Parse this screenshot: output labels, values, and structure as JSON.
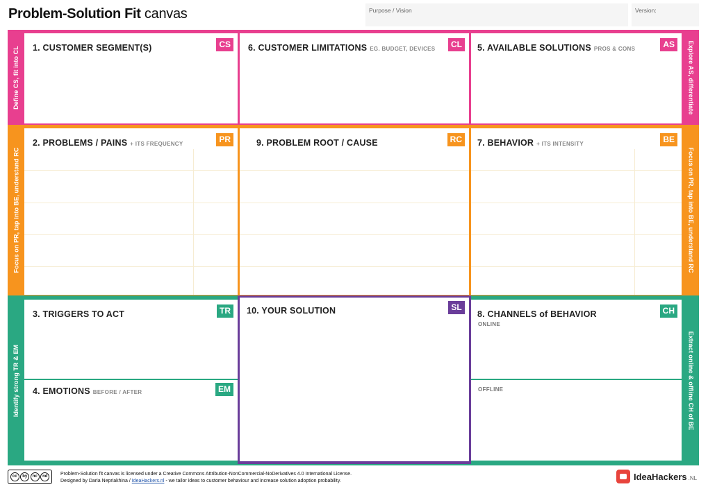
{
  "header": {
    "title_bold": "Problem-Solution Fit",
    "title_light": "canvas",
    "purpose_label": "Purpose / Vision",
    "version_label": "Version:"
  },
  "bands": {
    "pink": {
      "left_label": "Define CS, fit into CL",
      "right_label": "Explore AS, differentiate",
      "color": "#e83f8f"
    },
    "orange": {
      "left_label": "Focus on PR, tap into BE, understand RC",
      "right_label": "Focus on PR, tap into BE, understand RC",
      "color": "#f7941e"
    },
    "green": {
      "left_label": "Identify strong TR & EM",
      "right_label": "Extract online & offline CH of BE",
      "color": "#2aa882"
    }
  },
  "boxes": {
    "cs": {
      "title": "1. CUSTOMER SEGMENT(S)",
      "sub": "",
      "tag": "CS"
    },
    "cl": {
      "title": "6. CUSTOMER LIMITATIONS",
      "sub": "EG. BUDGET, DEVICES",
      "tag": "CL"
    },
    "as": {
      "title": "5. AVAILABLE SOLUTIONS",
      "sub": "PROS & CONS",
      "tag": "AS"
    },
    "pr": {
      "title": "2. PROBLEMS / PAINS",
      "sub": "+ ITS FREQUENCY",
      "tag": "PR"
    },
    "rc": {
      "title": "9. PROBLEM ROOT / CAUSE",
      "sub": "",
      "tag": "RC"
    },
    "be": {
      "title": "7. BEHAVIOR",
      "sub": "+ ITS INTENSITY",
      "tag": "BE"
    },
    "tr": {
      "title": "3. TRIGGERS TO ACT",
      "sub": "",
      "tag": "TR"
    },
    "em": {
      "title": "4. EMOTIONS",
      "sub": "BEFORE / AFTER",
      "tag": "EM"
    },
    "sl": {
      "title": "10. YOUR SOLUTION",
      "sub": "",
      "tag": "SL",
      "color": "#6a3d9a"
    },
    "ch": {
      "title": "8. CHANNELS of BEHAVIOR",
      "sub": "",
      "tag": "CH",
      "online": "ONLINE",
      "offline": "OFFLINE"
    }
  },
  "footer": {
    "license": "Problem-Solution fit canvas is licensed under a Creative Commons Attribution-NonCommercial-NoDerivatives 4.0 International License.",
    "designed_prefix": "Designed by Daria Nepriakhina / ",
    "designed_link": "IdeaHackers.nl",
    "designed_suffix": " - we tailor ideas to customer behaviour and increase solution adoption probability.",
    "cc_marks": [
      "cc",
      "by",
      "nc",
      "nd"
    ],
    "logo_name": "IdeaHackers",
    "logo_suffix": ".NL"
  }
}
